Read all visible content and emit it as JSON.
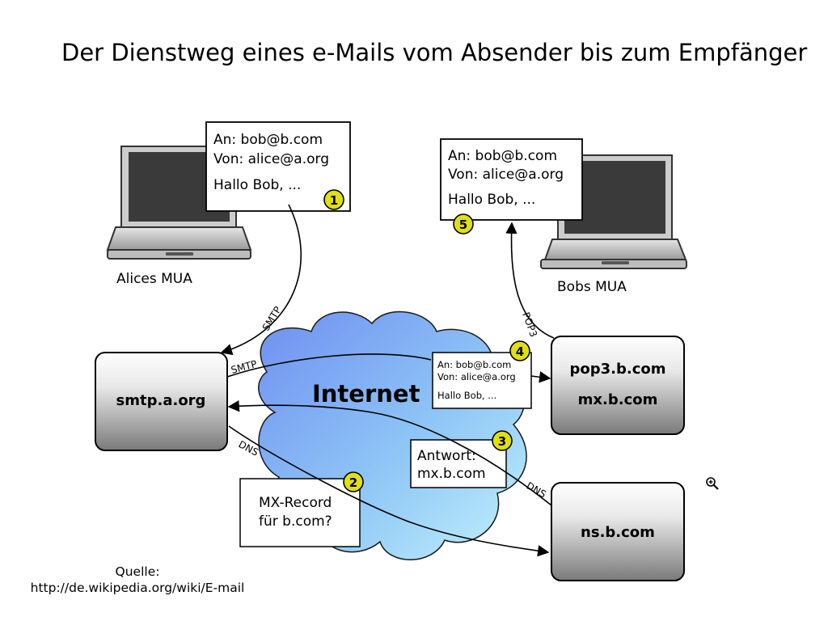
{
  "title": "Der Dienstweg eines e-Mails vom Absender bis zum Empfänger",
  "source": {
    "label": "Quelle:",
    "url": "http://de.wikipedia.org/wiki/E-mail"
  },
  "labels": {
    "alice_mua": "Alices MUA",
    "bob_mua": "Bobs MUA",
    "internet": "Internet",
    "smtp_server": "smtp.a.org",
    "pop3_server": "pop3.b.com",
    "mx_server": "mx.b.com",
    "ns_server": "ns.b.com",
    "protocol_smtp": "SMTP",
    "protocol_pop3": "POP3",
    "protocol_dns": "DNS"
  },
  "mails": {
    "to": "An: bob@b.com",
    "from": "Von: alice@a.org",
    "body": "Hallo Bob, ..."
  },
  "mx_query": {
    "line1": "MX-Record",
    "line2": "für b.com?"
  },
  "mx_answer": {
    "line1": "Antwort:",
    "line2": "mx.b.com"
  },
  "steps": [
    "1",
    "2",
    "3",
    "4",
    "5"
  ],
  "colors": {
    "badge_fill": "#e0e010",
    "cloud_fill_start": "#7a9ef0",
    "cloud_fill_end": "#b8ecfb",
    "server_top": "#ffffff",
    "server_bottom": "#808080"
  },
  "icons": [
    "laptop-icon",
    "zoom-in-icon"
  ]
}
